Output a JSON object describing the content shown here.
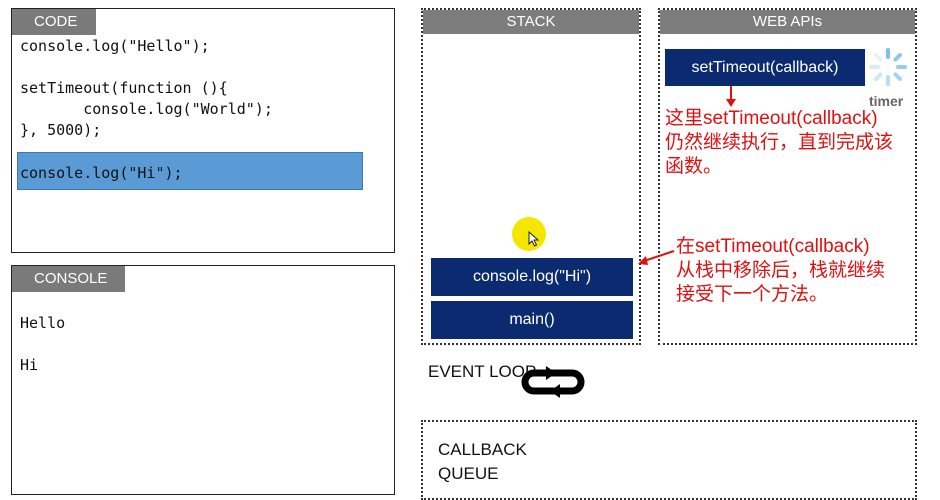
{
  "code_panel": {
    "tab_label": "CODE",
    "lines": [
      "console.log(\"Hello\");",
      "setTimeout(function (){",
      "       console.log(\"World\");",
      "}, 5000);",
      "console.log(\"Hi\");"
    ],
    "highlight_color": "#5b9bd5"
  },
  "console_panel": {
    "tab_label": "CONSOLE",
    "output": [
      "Hello",
      "Hi"
    ]
  },
  "stack": {
    "title": "STACK",
    "frames": [
      "console.log(\"Hi\")",
      "main()"
    ]
  },
  "web_apis": {
    "title": "WEB APIs",
    "item": "setTimeout(callback)",
    "timer_label": "timer",
    "note": "这里setTimeout(callback)\n仍然继续执行，直到完成该\n函数。"
  },
  "stack_note": "在setTimeout(callback)\n从栈中移除后，栈就继续\n接受下一个方法。",
  "event_loop": {
    "label": "EVENT LOOP"
  },
  "callback_queue": {
    "label_line1": "CALLBACK",
    "label_line2": "QUEUE"
  },
  "colors": {
    "frame": "#0b2a6f",
    "note": "#e01010",
    "tab": "#7a7a7a",
    "cursor": "#f5e600"
  }
}
